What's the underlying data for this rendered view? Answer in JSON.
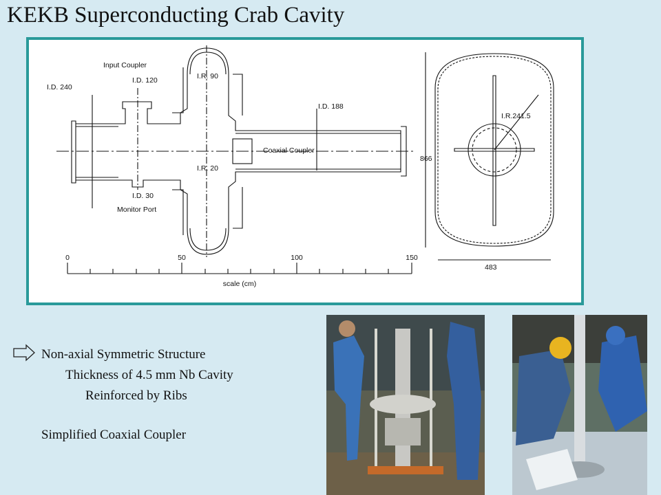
{
  "title": "KEKB Superconducting Crab Cavity",
  "drawing": {
    "labels": {
      "input_coupler": "Input Coupler",
      "id_240": "I.D. 240",
      "id_120": "I.D. 120",
      "ir_90": "I.R. 90",
      "id_188": "I.D. 188",
      "coaxial_coupler": "Coaxial Coupler",
      "ir_20": "I.R. 20",
      "id_30": "I.D. 30",
      "monitor_port": "Monitor Port",
      "ir_241_5": "I.R.241.5",
      "dim_866": "866",
      "dim_483": "483"
    },
    "scale": {
      "ticks": [
        "0",
        "50",
        "100",
        "150"
      ],
      "label": "scale (cm)"
    }
  },
  "bullets": {
    "item1": "Non-axial Symmetric Structure",
    "item2": "Thickness of 4.5 mm Nb Cavity",
    "item3": "Reinforced by Ribs",
    "item4": "Simplified Coaxial Coupler"
  },
  "colors": {
    "background": "#d6eaf2",
    "frame": "#2a9a9a"
  },
  "icons": {
    "bullet": "right-arrow-outline-icon"
  }
}
